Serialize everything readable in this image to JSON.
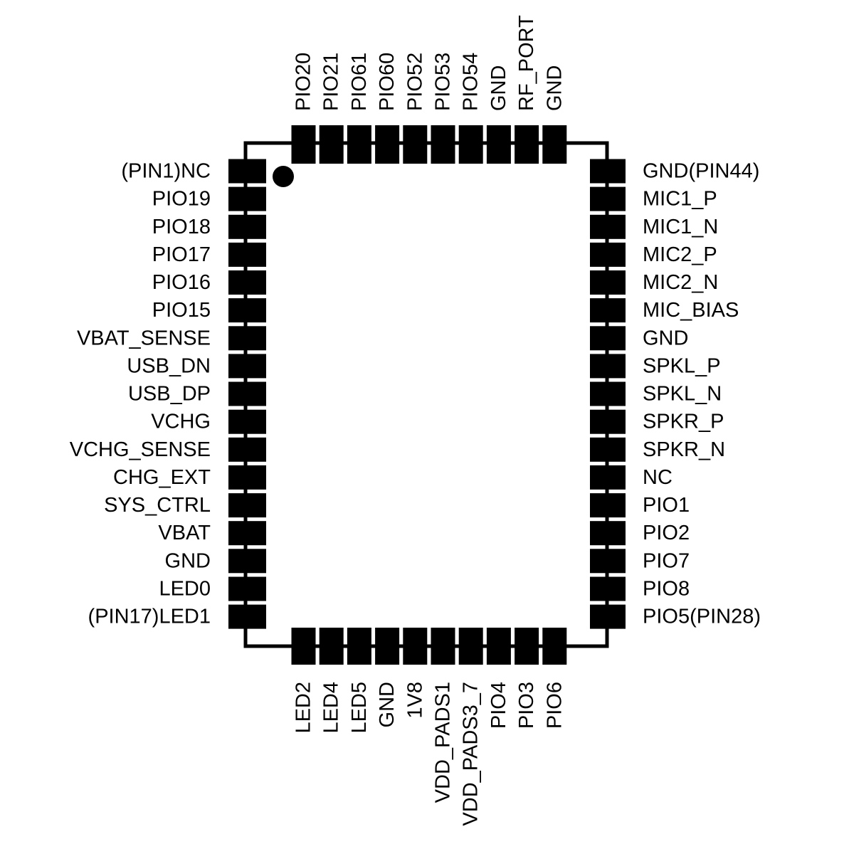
{
  "colors": {
    "background": "#ffffff",
    "ink": "#000000"
  },
  "orientation_mark": "pin-1-dot",
  "pins": {
    "left": [
      "(PIN1)NC",
      "PIO19",
      "PIO18",
      "PIO17",
      "PIO16",
      "PIO15",
      "VBAT_SENSE",
      "USB_DN",
      "USB_DP",
      "VCHG",
      "VCHG_SENSE",
      "CHG_EXT",
      "SYS_CTRL",
      "VBAT",
      "GND",
      "LED0",
      "(PIN17)LED1"
    ],
    "bottom": [
      "LED2",
      "LED4",
      "LED5",
      "GND",
      "1V8",
      "VDD_PADS1",
      "VDD_PADS3_7",
      "PIO4",
      "PIO3",
      "PIO6"
    ],
    "right": [
      "GND(PIN44)",
      "MIC1_P",
      "MIC1_N",
      "MIC2_P",
      "MIC2_N",
      "MIC_BIAS",
      "GND",
      "SPKL_P",
      "SPKL_N",
      "SPKR_P",
      "SPKR_N",
      "NC",
      "PIO1",
      "PIO2",
      "PIO7",
      "PIO8",
      "PIO5(PIN28)"
    ],
    "top": [
      "PIO20",
      "PIO21",
      "PIO61",
      "PIO60",
      "PIO52",
      "PIO53",
      "PIO54",
      "GND",
      "RF_PORT",
      "GND"
    ]
  }
}
